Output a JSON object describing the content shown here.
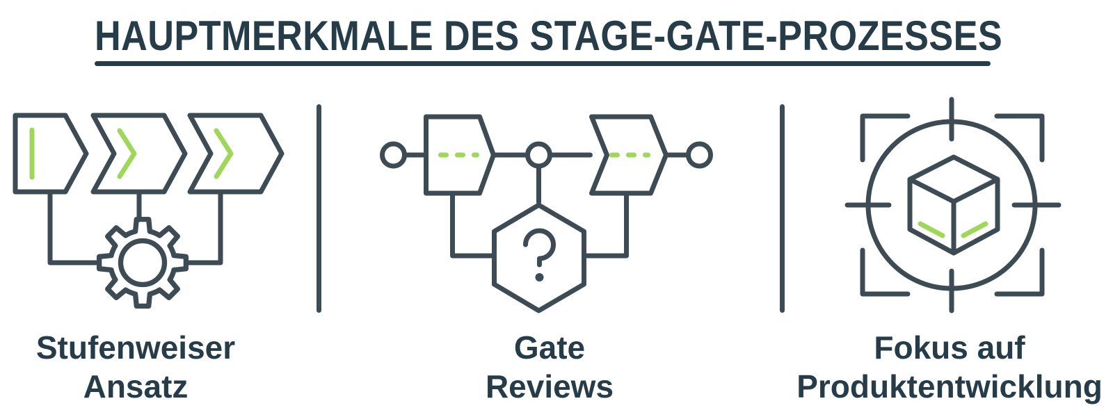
{
  "title": {
    "text": "HAUPTMERKMALE DES STAGE-GATE-PROZESSES"
  },
  "colors": {
    "background": "#ffffff",
    "ink": "#263c49",
    "stroke": "#3d4b55",
    "accent": "#9fd75b"
  },
  "sections": [
    {
      "icon_name": "stage-chevrons-gear-icon",
      "label_line1": "Stufenweiser",
      "label_line2": "Ansatz"
    },
    {
      "icon_name": "gate-review-flow-icon",
      "label_line1": "Gate",
      "label_line2": "Reviews"
    },
    {
      "icon_name": "product-focus-target-icon",
      "label_line1": "Fokus auf",
      "label_line2": "Produktentwicklung"
    }
  ]
}
